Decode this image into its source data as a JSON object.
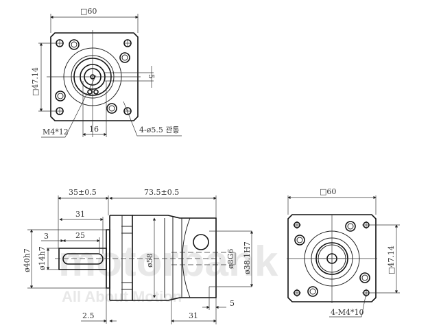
{
  "watermark": {
    "brand": "motorbank",
    "tagline": "All About Motion"
  },
  "top_view": {
    "square_size": "□60",
    "bolt_pitch": "□47.14",
    "key_width": "5",
    "hub_width": "16",
    "shaft_thread": "M4*12",
    "through_holes": "4-ø5.5 관통"
  },
  "side_view": {
    "shaft_length": "35±0.5",
    "body_length": "73.5±0.5",
    "key_length_total": "31",
    "key_offset": "3",
    "key_length": "25",
    "pilot_diameter": "ø40h7",
    "shaft_diameter": "ø14h7",
    "body_diameter": "ø58",
    "input_bore": "ø8G6",
    "input_pilot": "ø38.1H7",
    "pilot_depth": "5",
    "input_length": "31",
    "flange_step": "2.5"
  },
  "rear_view": {
    "square_size": "□60",
    "bolt_pitch": "□47.14",
    "threaded_holes": "4-M4*10"
  }
}
